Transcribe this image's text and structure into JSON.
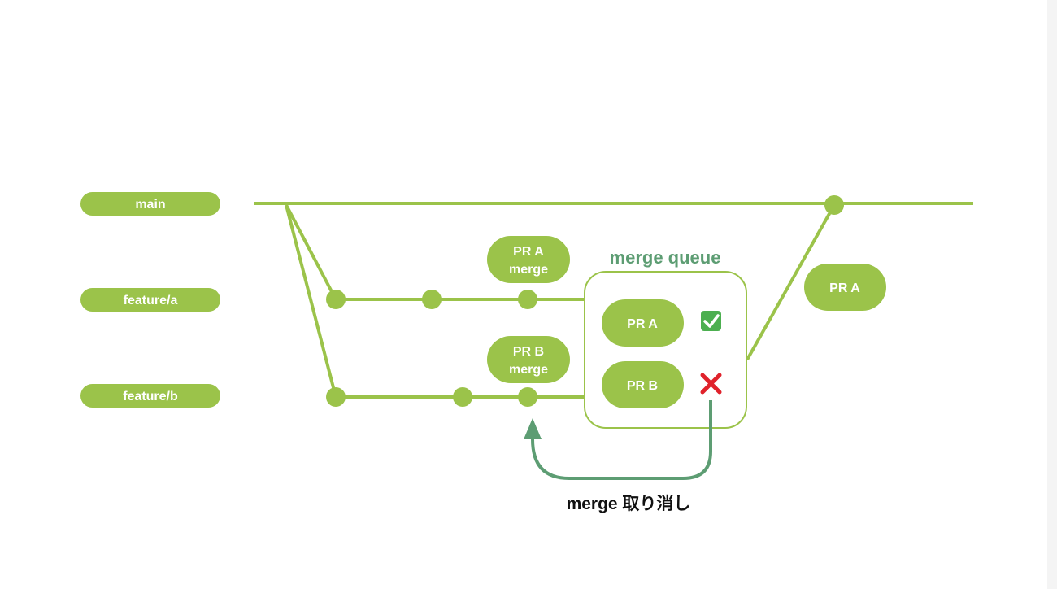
{
  "colors": {
    "green": "#9bc34a",
    "queue_green": "#5d9d73",
    "check_green": "#4caf50",
    "cross_red": "#e0222b",
    "arrow_green": "#5d9d73"
  },
  "branches": {
    "main": "main",
    "feature_a": "feature/a",
    "feature_b": "feature/b"
  },
  "merge_commits": {
    "pr_a": [
      "PR A",
      "merge"
    ],
    "pr_b": [
      "PR B",
      "merge"
    ]
  },
  "merge_queue": {
    "title": "merge queue",
    "items": [
      {
        "label": "PR A",
        "status": "passed",
        "status_icon": "check-icon"
      },
      {
        "label": "PR B",
        "status": "failed",
        "status_icon": "cross-icon"
      }
    ]
  },
  "merged_label": "PR A",
  "undo_label": "merge 取り消し"
}
